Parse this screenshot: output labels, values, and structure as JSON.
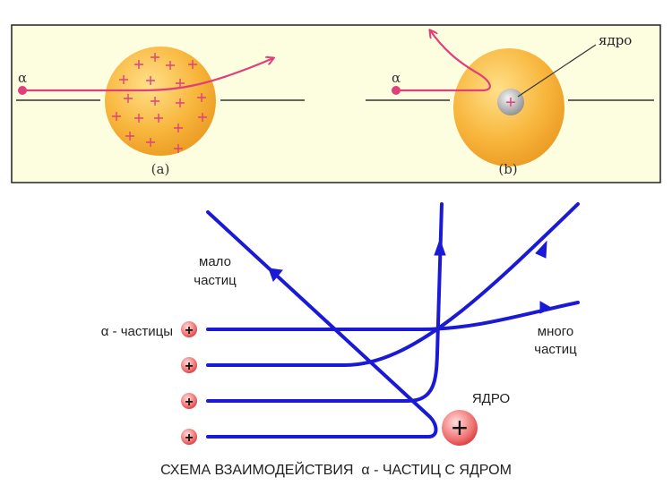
{
  "top_panel": {
    "alpha_symbol": "α",
    "label_a": "(a)",
    "label_b": "(b)",
    "nucleus_label": "ядро",
    "plus_sign": "+"
  },
  "scheme": {
    "few_particles_line1": "мало",
    "few_particles_line2": "частиц",
    "many_particles_line1": "много",
    "many_particles_line2": "частиц",
    "alpha_particles_label": "α - частицы",
    "nucleus_label": "ЯДРО",
    "caption": "СХЕМА ВЗАИМОДЕЙСТВИЯ  α - ЧАСТИЦ С ЯДРОМ",
    "particle_sign": "+"
  },
  "colors": {
    "panel_bg": "#fdfde0",
    "alpha_track": "#e0407a",
    "trajectory": "#1a1ad6",
    "sphere": "#f7b53a"
  }
}
